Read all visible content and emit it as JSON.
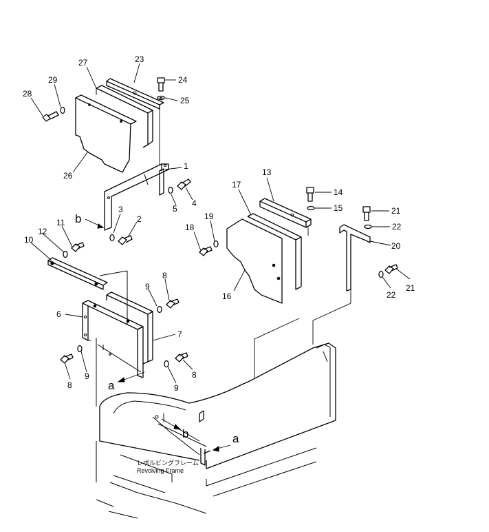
{
  "callouts": {
    "c1": "1",
    "c2": "2",
    "c3": "3",
    "c4": "4",
    "c5": "5",
    "c6": "6",
    "c7": "7",
    "c8a": "8",
    "c8b": "8",
    "c8c": "8",
    "c9a": "9",
    "c9b": "9",
    "c9c": "9",
    "c10": "10",
    "c11": "11",
    "c12": "12",
    "c13": "13",
    "c14": "14",
    "c15": "15",
    "c16": "16",
    "c17": "17",
    "c18": "18",
    "c19": "19",
    "c20": "20",
    "c21a": "21",
    "c21b": "21",
    "c22a": "22",
    "c22b": "22",
    "c23": "23",
    "c24": "24",
    "c25": "25",
    "c26": "26",
    "c27": "27",
    "c28": "28",
    "c29": "29"
  },
  "view_markers": {
    "b_upper": "b",
    "a_left": "a",
    "b_lower": "b",
    "a_right": "a"
  },
  "frame_label": {
    "japanese": "レボルビングフレーム",
    "english": "Revolving  Frame"
  }
}
